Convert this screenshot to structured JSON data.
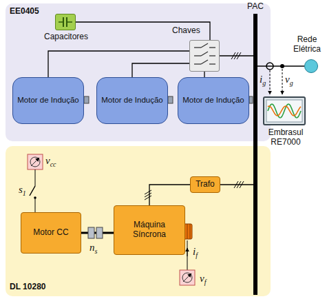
{
  "diagram": {
    "nodes": [
      {
        "text": [
          "EE0405"
        ]
      },
      {
        "text": [
          "Capacitores"
        ],
        "in": 0
      },
      {
        "text": [
          "Chaves"
        ],
        "in": 0
      },
      {
        "text": [
          "Motor de Indução"
        ],
        "in": 0
      },
      {
        "text": [
          "Motor de Indução"
        ],
        "in": 0
      },
      {
        "text": [
          "Motor de Indução"
        ],
        "in": 0
      },
      {
        "text": [
          "Rede Elétrica"
        ]
      },
      {
        "text": [
          "Embrasul RE7000"
        ]
      },
      {
        "text": [
          "DL 10280"
        ]
      },
      {
        "text": [
          "Motor CC"
        ],
        "in": 8
      },
      {
        "text": [
          "Máquina Síncrona"
        ],
        "in": 8
      },
      {
        "text": [
          "Trafo"
        ],
        "in": 8
      },
      {
        "text": [
          "PAC"
        ]
      }
    ],
    "edges": [
      {
        "from": 1,
        "to": 2,
        "arrow": "none"
      },
      {
        "from": 3,
        "to": 2,
        "arrow": "none"
      },
      {
        "from": 4,
        "to": 2,
        "arrow": "none"
      },
      {
        "from": 5,
        "to": 2,
        "arrow": "none"
      },
      {
        "from": 2,
        "to": 12,
        "arrow": "none"
      },
      {
        "from": 12,
        "to": 6,
        "arrow": "none"
      },
      {
        "from": 9,
        "to": 10,
        "arrow": "none"
      },
      {
        "from": 10,
        "to": 11,
        "arrow": "none"
      },
      {
        "from": 11,
        "to": 12,
        "arrow": "none"
      }
    ],
    "labels": [
      "ig",
      "vg",
      "vcc",
      "s1",
      "ns",
      "if",
      "vf"
    ]
  }
}
